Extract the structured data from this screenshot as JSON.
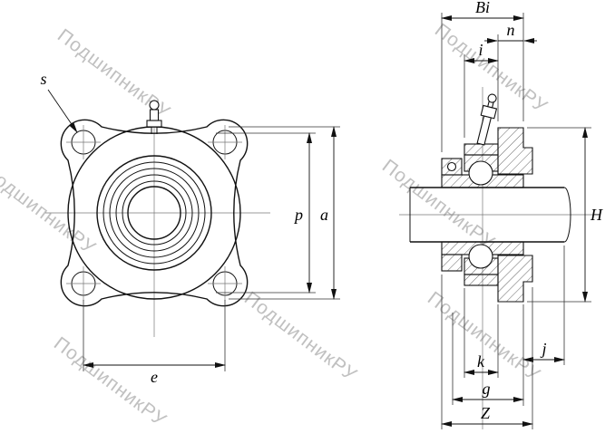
{
  "watermark": {
    "text": "ПодшипникРУ",
    "color": "#c0c0c0"
  },
  "drawing": {
    "line_color": "#111111",
    "background": "#ffffff"
  },
  "front_view": {
    "dims": {
      "s": "s",
      "p": "p",
      "a": "a",
      "e": "e"
    }
  },
  "section_view": {
    "dims": {
      "Bi": "Bi",
      "n": "n",
      "i": "i",
      "H": "H",
      "j": "j",
      "k": "k",
      "g": "g",
      "Z": "Z"
    }
  }
}
